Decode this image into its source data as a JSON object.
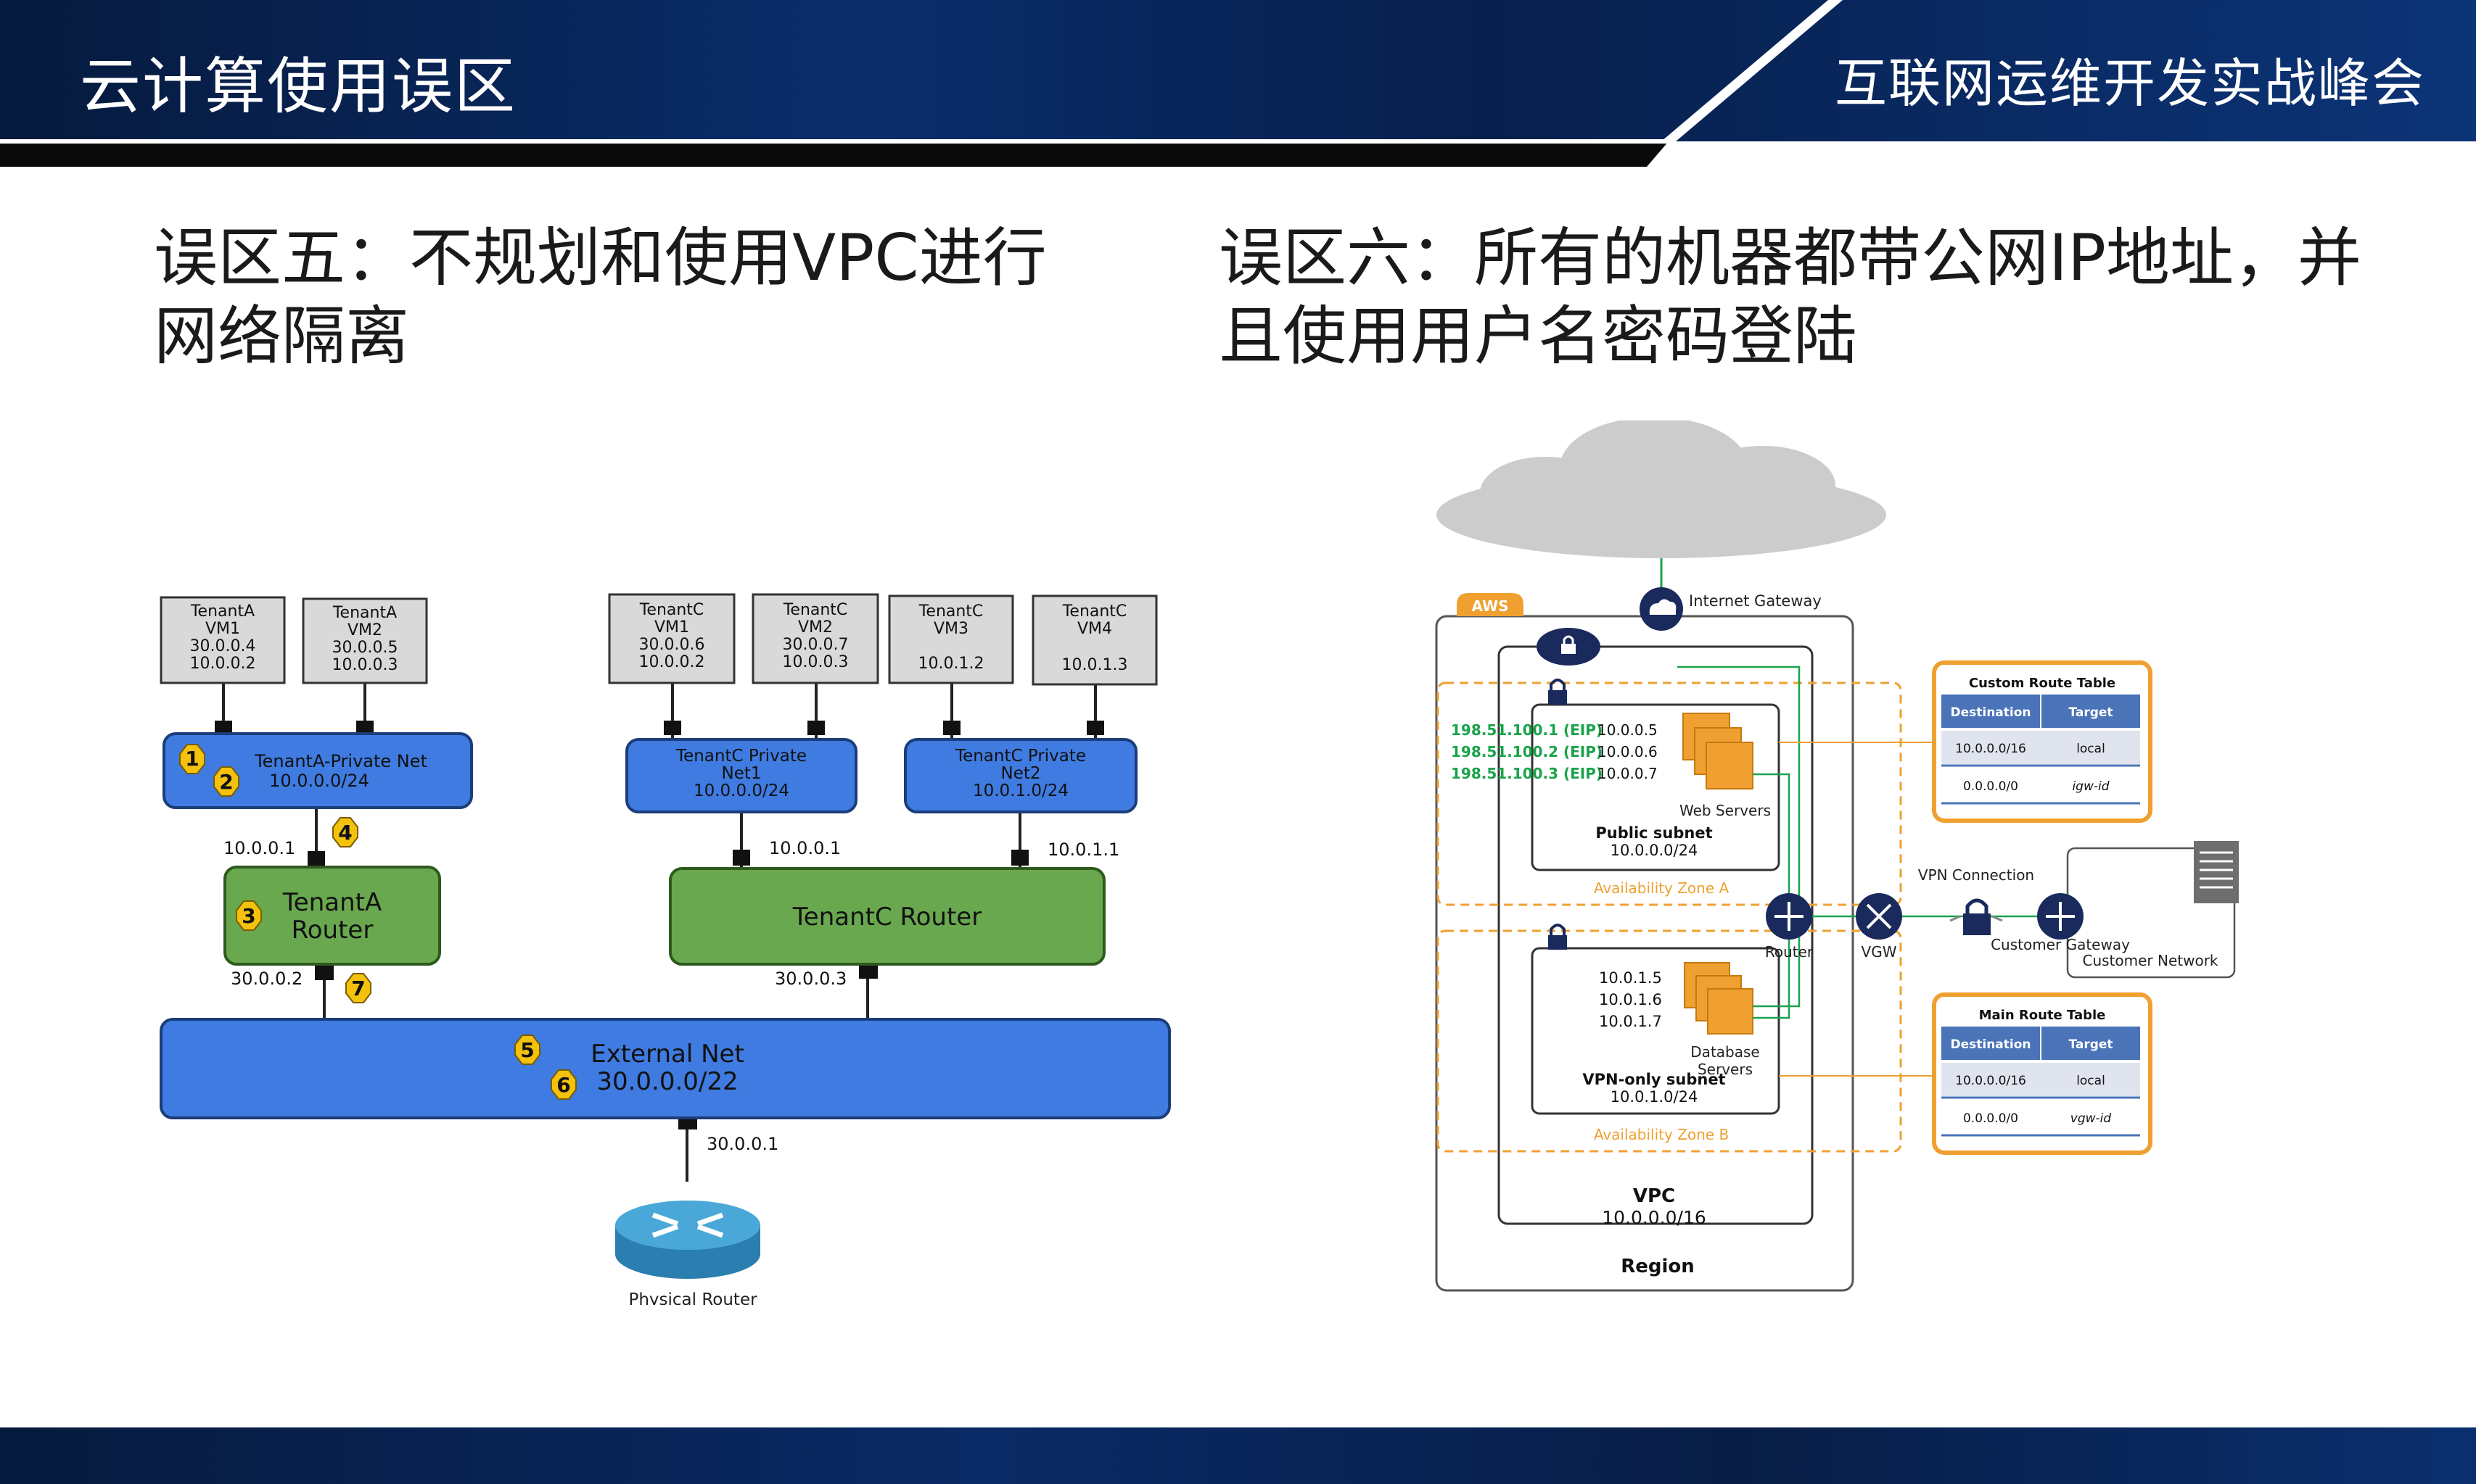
{
  "header": {
    "section_title": "云计算使用误区",
    "event_title": "互联网运维开发实战峰会"
  },
  "left": {
    "heading_line1": "误区五：不规划和使用VPC进行",
    "heading_line2": "网络隔离",
    "vms": [
      {
        "label": [
          "TenantA",
          "VM1",
          "30.0.0.4",
          "10.0.0.2"
        ]
      },
      {
        "label": [
          "TenantA",
          "VM2",
          "30.0.0.5",
          "10.0.0.3"
        ]
      },
      {
        "label": [
          "TenantC",
          "VM1",
          "30.0.0.6",
          "10.0.0.2"
        ]
      },
      {
        "label": [
          "TenantC",
          "VM2",
          "30.0.0.7",
          "10.0.0.3"
        ]
      },
      {
        "label": [
          "TenantC",
          "VM3",
          "",
          "10.0.1.2"
        ]
      },
      {
        "label": [
          "TenantC",
          "VM4",
          "",
          "10.0.1.3"
        ]
      }
    ],
    "nets": {
      "a_private_name": "TenantA-Private Net",
      "a_private_cidr": "10.0.0.0/24",
      "c_net1_line1": "TenantC Private",
      "c_net1_line2": "Net1",
      "c_net1_cidr": "10.0.0.0/24",
      "c_net2_line1": "TenantC Private",
      "c_net2_line2": "Net2",
      "c_net2_cidr": "10.0.1.0/24",
      "external_name": "External Net",
      "external_cidr": "30.0.0.0/22"
    },
    "routers": {
      "a_line1": "TenantA",
      "a_line2": "Router",
      "c_name": "TenantC Router",
      "physical": "Physical Router"
    },
    "ips": {
      "a_router_inner": "10.0.0.1",
      "c_router_inner1": "10.0.0.1",
      "c_router_inner2": "10.0.1.1",
      "a_router_outer": "30.0.0.2",
      "c_router_outer": "30.0.0.3",
      "physical": "30.0.0.1"
    },
    "badges": [
      "1",
      "2",
      "3",
      "4",
      "5",
      "6",
      "7"
    ]
  },
  "right": {
    "heading_line1": "误区六：所有的机器都带公网IP地址，并",
    "heading_line2": "且使用用户名密码登陆",
    "aws_tag": "AWS",
    "internet_gateway": "Internet Gateway",
    "eips": [
      {
        "eip": "198.51.100.1 (EIP)",
        "ip": "10.0.0.5"
      },
      {
        "eip": "198.51.100.2 (EIP)",
        "ip": "10.0.0.6"
      },
      {
        "eip": "198.51.100.3 (EIP)",
        "ip": "10.0.0.7"
      }
    ],
    "web_servers": "Web Servers",
    "public_subnet": "Public subnet",
    "public_cidr": "10.0.0.0/24",
    "az_a": "Availability Zone A",
    "db_ips": [
      "10.0.1.5",
      "10.0.1.6",
      "10.0.1.7"
    ],
    "db_line1": "Database",
    "db_line2": "Servers",
    "vpn_subnet": "VPN-only subnet",
    "vpn_cidr": "10.0.1.0/24",
    "az_b": "Availability Zone B",
    "vpc": "VPC",
    "vpc_cidr": "10.0.0.0/16",
    "region": "Region",
    "router": "Router",
    "vgw": "VGW",
    "vpn_connection": "VPN Connection",
    "customer_gateway": "Customer Gateway",
    "customer_network": "Customer Network",
    "custom_route_table": {
      "title": "Custom Route Table",
      "col1": "Destination",
      "col2": "Target",
      "rows": [
        [
          "10.0.0.0/16",
          "local"
        ],
        [
          "0.0.0.0/0",
          "igw-id"
        ]
      ]
    },
    "main_route_table": {
      "title": "Main Route Table",
      "col1": "Destination",
      "col2": "Target",
      "rows": [
        [
          "10.0.0.0/16",
          "local"
        ],
        [
          "0.0.0.0/0",
          "vgw-id"
        ]
      ]
    }
  },
  "colors": {
    "net_blue": "#3f7be0",
    "router_green": "#6aa84f",
    "badge_yellow": "#f4c20d",
    "vm_gray": "#d9d9d9",
    "aws_orange": "#f0a030",
    "table_blue": "#4a73b8",
    "eip_green": "#1aa34a"
  }
}
